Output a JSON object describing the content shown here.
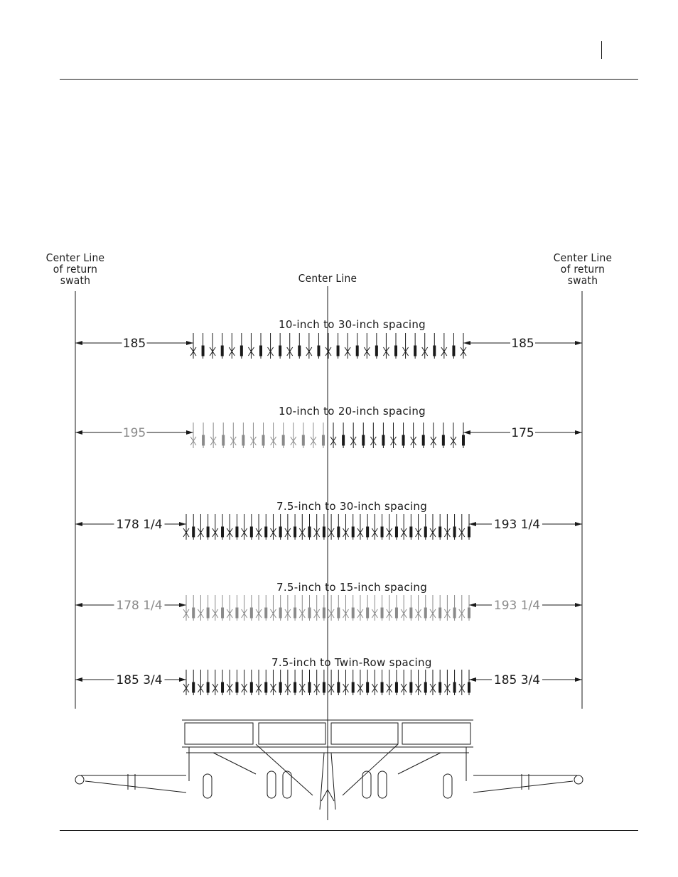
{
  "labels": {
    "return_swath_left": [
      "Center Line",
      "of return",
      "swath"
    ],
    "return_swath_right": [
      "Center Line",
      "of return",
      "swath"
    ],
    "center_line": "Center Line"
  },
  "rows": [
    {
      "title": "10-inch to 30-inch spacing",
      "left": "185",
      "right": "185"
    },
    {
      "title": "10-inch to 20-inch spacing",
      "left": "195",
      "right": "175"
    },
    {
      "title": "7.5-inch to 30-inch spacing",
      "left": "178 1/4",
      "right": "193 1/4"
    },
    {
      "title": "7.5-inch to 15-inch spacing",
      "left": "178 1/4",
      "right": "193 1/4"
    },
    {
      "title": "7.5-inch to Twin-Row spacing",
      "left": "185 3/4",
      "right": "185 3/4"
    }
  ],
  "colors": {
    "ink": "#1a1a1a",
    "faded": "#8a8a8a"
  }
}
